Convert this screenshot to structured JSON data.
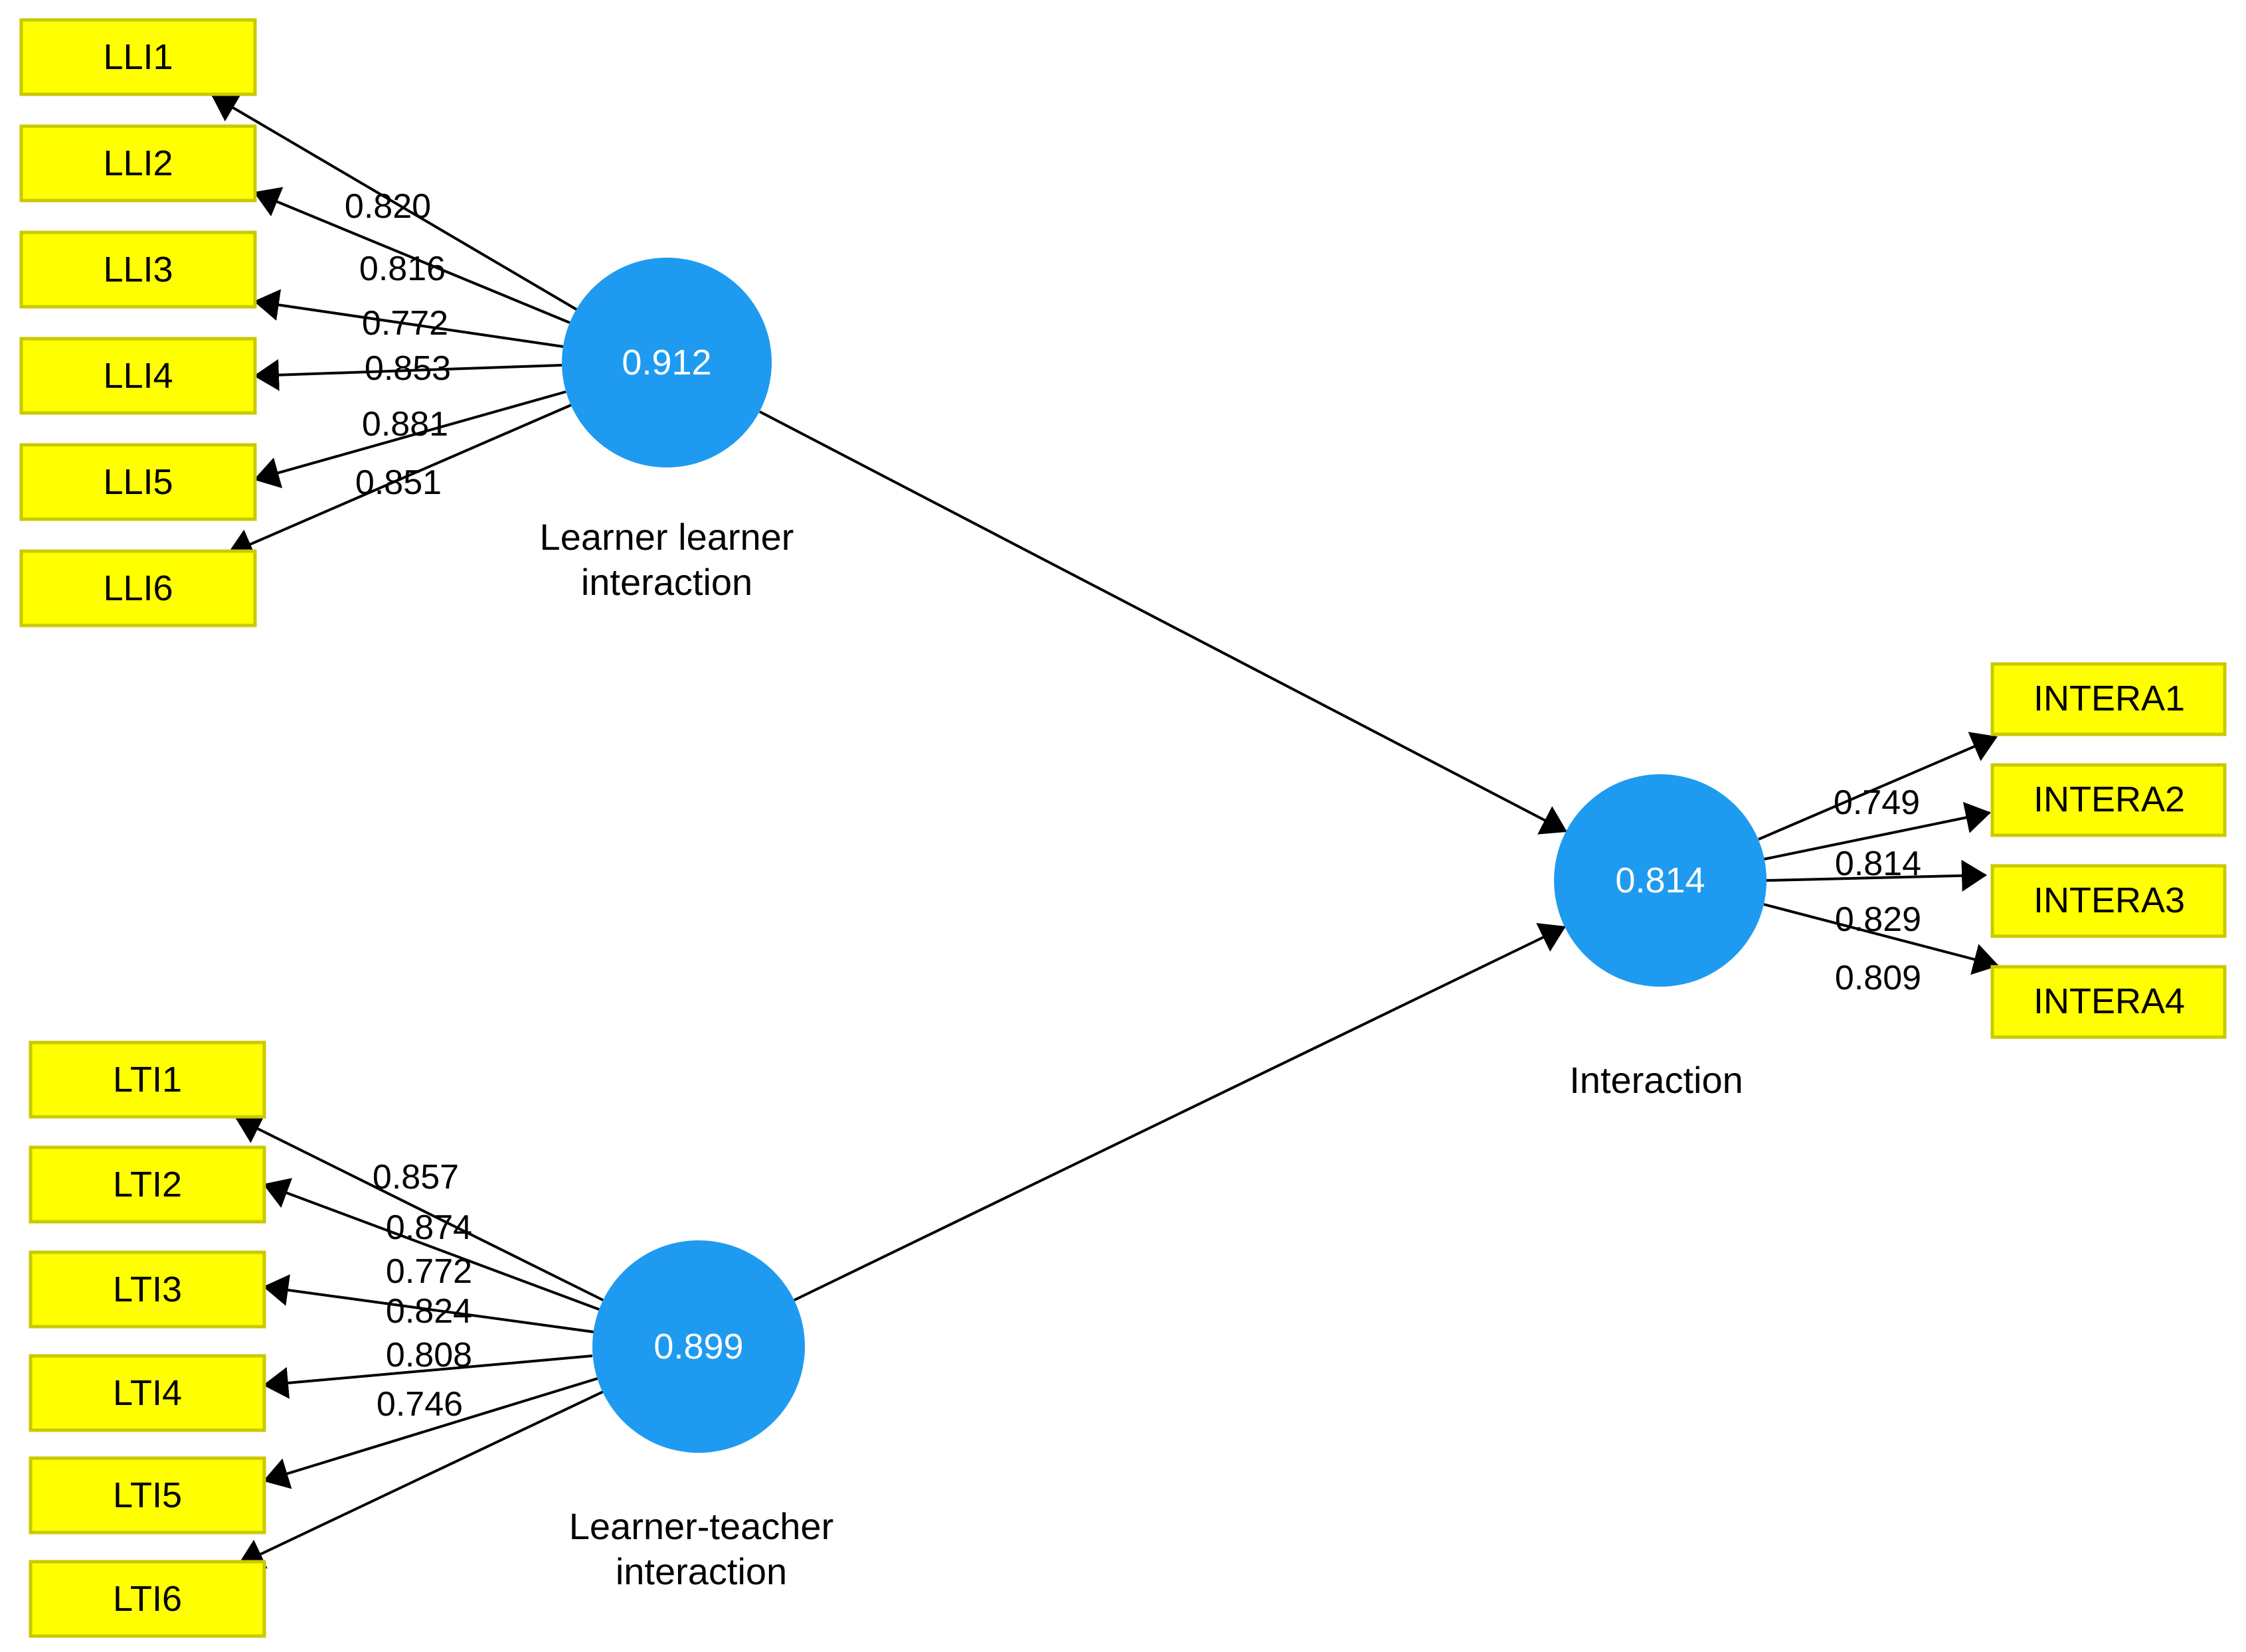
{
  "constructs": {
    "lli": {
      "value": "0.912",
      "label1": "Learner learner",
      "label2": "interaction"
    },
    "lti": {
      "value": "0.899",
      "label1": "Learner-teacher",
      "label2": "interaction"
    },
    "interaction": {
      "value": "0.814",
      "label1": "Interaction"
    }
  },
  "indicators": {
    "lli": [
      {
        "id": "LLI1",
        "loading": "0.820"
      },
      {
        "id": "LLI2",
        "loading": "0.816"
      },
      {
        "id": "LLI3",
        "loading": "0.772"
      },
      {
        "id": "LLI4",
        "loading": "0.853"
      },
      {
        "id": "LLI5",
        "loading": "0.881"
      },
      {
        "id": "LLI6",
        "loading": "0.851"
      }
    ],
    "lti": [
      {
        "id": "LTI1",
        "loading": "0.857"
      },
      {
        "id": "LTI2",
        "loading": "0.874"
      },
      {
        "id": "LTI3",
        "loading": "0.772"
      },
      {
        "id": "LTI4",
        "loading": "0.824"
      },
      {
        "id": "LTI5",
        "loading": "0.808"
      },
      {
        "id": "LTI6",
        "loading": "0.746"
      }
    ],
    "interaction": [
      {
        "id": "INTERA1",
        "loading": "0.749"
      },
      {
        "id": "INTERA2",
        "loading": "0.814"
      },
      {
        "id": "INTERA3",
        "loading": "0.829"
      },
      {
        "id": "INTERA4",
        "loading": "0.809"
      }
    ]
  },
  "colors": {
    "construct_fill": "#1e9bf0",
    "construct_text": "#ffffff",
    "indicator_fill": "#ffff00",
    "indicator_border": "#c9c900",
    "edge": "#000000",
    "label_text": "#000000"
  }
}
